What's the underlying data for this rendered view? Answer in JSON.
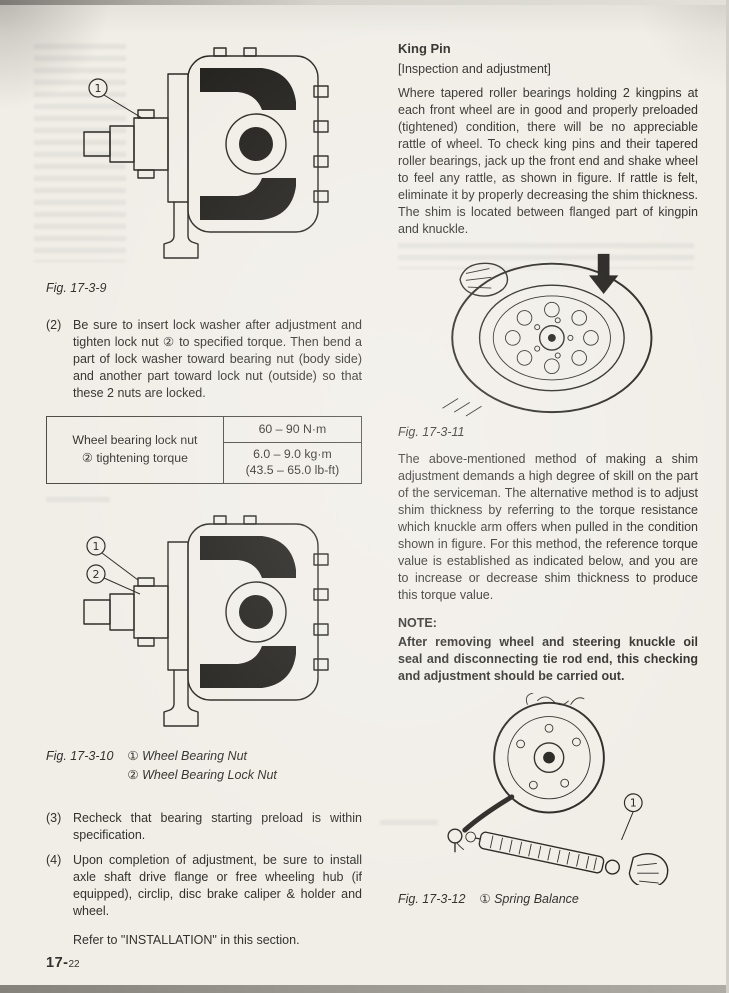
{
  "page": {
    "number_major": "17-",
    "number_minor": "22"
  },
  "left": {
    "fig9_caption": "Fig. 17-3-9",
    "para2_num": "(2)",
    "para2": "Be sure to insert lock washer after adjustment and tighten lock nut ② to specified torque. Then bend a part of lock washer toward bearing nut (body side) and another part toward lock nut (outside) so that these 2 nuts are locked.",
    "torque_table": {
      "label_line1": "Wheel bearing lock nut",
      "label_line2": "② tightening torque",
      "value_nm": "60 – 90 N·m",
      "value_kgm": "6.0 – 9.0 kg·m",
      "value_lbft": "(43.5 – 65.0 lb-ft)"
    },
    "fig10_caption": "Fig. 17-3-10",
    "fig10_legend1": "① Wheel Bearing Nut",
    "fig10_legend2": "② Wheel Bearing Lock Nut",
    "para3_num": "(3)",
    "para3": "Recheck that bearing starting preload is within specification.",
    "para4_num": "(4)",
    "para4": "Upon completion of adjustment, be sure to install axle shaft drive flange or free wheeling hub (if equipped), circlip, disc brake caliper & holder and wheel.",
    "refer": "Refer to \"INSTALLATION\" in this section."
  },
  "right": {
    "heading": "King Pin",
    "subheading": "[Inspection and adjustment]",
    "para1": "Where tapered roller bearings holding 2 kingpins at each front wheel are in good and properly preloaded (tightened) condition, there will be no appreciable rattle of wheel. To check king pins and their tapered roller bearings, jack up the front end and shake wheel to feel any rattle, as shown in figure. If rattle is felt, eliminate it by properly decreasing the shim thickness. The shim is located between flanged part of kingpin and knuckle.",
    "fig11_caption": "Fig. 17-3-11",
    "para2": "The above-mentioned method of making a shim adjustment demands a high degree of skill on the part of the serviceman. The alternative method is to adjust shim thickness by referring to the torque resistance which knuckle arm offers when pulled in the condition shown in figure. For this method, the reference torque value is established as indicated below, and you are to increase or decrease shim thickness to produce this torque value.",
    "note_label": "NOTE:",
    "note_text": "After removing wheel and steering knuckle oil seal and disconnecting tie rod end, this checking and adjustment should be carried out.",
    "fig12_caption": "Fig. 17-3-12",
    "fig12_legend": "① Spring Balance"
  }
}
